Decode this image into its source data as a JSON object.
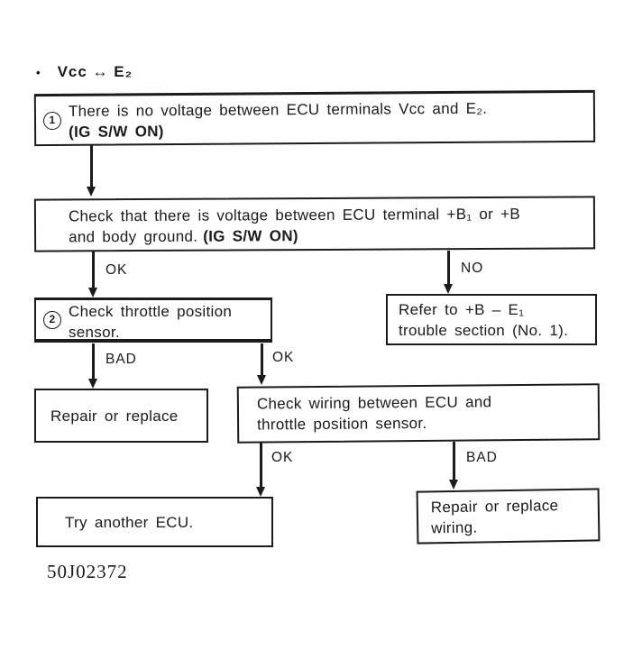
{
  "header": {
    "bullet": "•",
    "title": "Vcc ↔ E₂"
  },
  "flowchart": {
    "boxes": [
      {
        "step": "1",
        "line1": "There is no voltage between ECU terminals Vcc and E₂.",
        "line2_bold": "(IG S/W ON)"
      },
      {
        "line1": "Check that there is voltage between ECU terminal +B₁ or +B",
        "line2": "and body ground.",
        "line2_bold": "(IG S/W ON)"
      },
      {
        "step": "2",
        "line1": "Check throttle position",
        "line2": "sensor."
      },
      {
        "line1": "Refer to +B – E₁",
        "line2": "trouble section (No. 1)."
      },
      {
        "line1": "Repair or replace"
      },
      {
        "line1": "Check wiring between ECU and",
        "line2": "throttle position sensor."
      },
      {
        "line1": "Try another ECU."
      },
      {
        "line1": "Repair or replace",
        "line2": "wiring."
      }
    ],
    "edge_labels": [
      "OK",
      "NO",
      "BAD",
      "OK",
      "OK",
      "BAD"
    ]
  },
  "footer": {
    "code": "50J02372"
  },
  "colors": {
    "ink": "#1b1b1b",
    "background": "#fefefe"
  }
}
